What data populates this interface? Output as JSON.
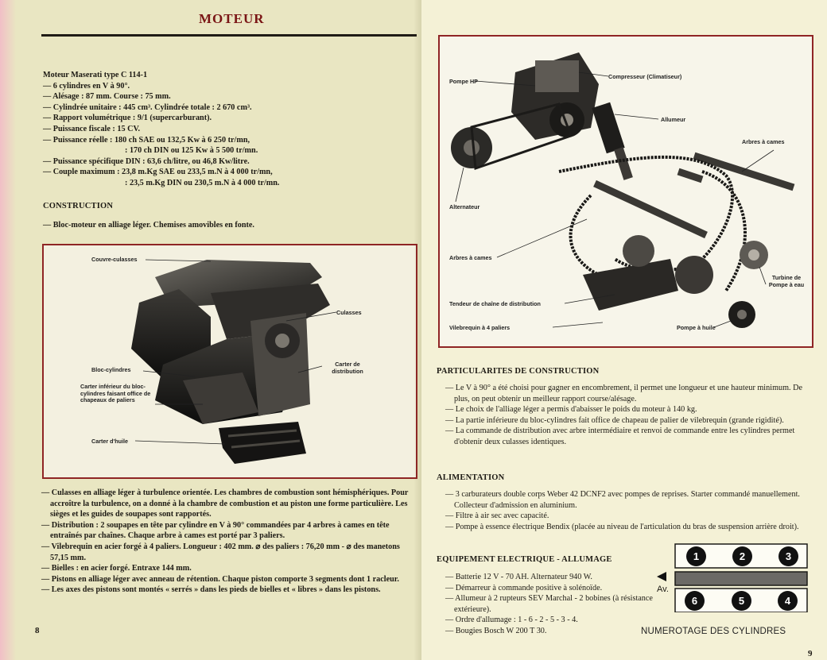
{
  "left_page": {
    "title": "MOTEUR",
    "specs": [
      "Moteur Maserati type C 114-1",
      "— 6 cylindres en V à 90°.",
      "— Alésage : 87 mm. Course : 75 mm.",
      "— Cylindrée unitaire : 445 cm³. Cylindrée totale : 2 670 cm³.",
      "— Rapport volumétrique : 9/1 (supercarburant).",
      "— Puissance fiscale : 15 CV.",
      "— Puissance réelle : 180 ch SAE ou 132,5 Kw à 6 250 tr/mn,",
      ": 170 ch DIN ou 125 Kw à 5 500 tr/mn.",
      "— Puissance spécifique DIN : 63,6 ch/litre, ou 46,8 Kw/litre.",
      "— Couple maximum : 23,8 m.Kg SAE ou 233,5 m.N à 4 000 tr/mn,",
      ": 23,5 m.Kg DIN ou 230,5 m.N à 4 000 tr/mn."
    ],
    "construction_heading": "CONSTRUCTION",
    "construction_text": "— Bloc-moteur en alliage léger. Chemises amovibles en fonte.",
    "figure_labels": {
      "couvre_culasses": "Couvre-culasses",
      "culasses": "Culasses",
      "bloc_cylindres": "Bloc-cylindres",
      "carter_distribution": "Carter de distribution",
      "carter_inferieur": "Carter inférieur du bloc-cylindres faisant office de chapeaux de paliers",
      "carter_huile": "Carter d'huile"
    },
    "details": [
      "— Culasses en alliage léger à turbulence orientée. Les chambres de combustion sont hémisphériques. Pour accroître la turbulence, on a donné à la chambre de combustion et au piston une forme particulière. Les sièges et les guides de soupapes sont rapportés.",
      "— Distribution : 2 soupapes en tête par cylindre en V à 90° commandées par 4 arbres à cames en tête entraînés par chaînes. Chaque arbre à cames est porté par 3 paliers.",
      "— Vilebrequin en acier forgé à 4 paliers. Longueur : 402 mm. ⌀ des paliers : 76,20 mm - ⌀ des manetons 57,15 mm.",
      "— Bielles : en acier forgé. Entraxe 144 mm.",
      "— Pistons en alliage léger avec anneau de rétention. Chaque piston comporte 3 segments dont 1 racleur.",
      "— Les axes des pistons sont montés « serrés » dans les pieds de bielles et « libres » dans les pistons."
    ],
    "page_number": "8"
  },
  "right_page": {
    "figure_labels": {
      "pompe_hp": "Pompe HP",
      "compresseur": "Compresseur (Climatiseur)",
      "allumeur": "Allumeur",
      "arbres_cames_1": "Arbres à cames",
      "alternateur": "Alternateur",
      "arbres_cames_2": "Arbres à cames",
      "turbine": "Turbine de Pompe à eau",
      "tendeur": "Tendeur de chaîne de distribution",
      "vilebrequin": "Vilebrequin à 4 paliers",
      "pompe_huile": "Pompe à huile"
    },
    "particularites_heading": "PARTICULARITES DE CONSTRUCTION",
    "particularites": [
      "— Le V à 90° a été choisi pour gagner en encombrement, il permet une longueur et une hauteur minimum. De plus, on peut obtenir un meilleur rapport course/alésage.",
      "— Le choix de l'alliage léger a permis d'abaisser le poids du moteur à 140 kg.",
      "— La partie inférieure du bloc-cylindres fait office de chapeau de palier de vilebrequin (grande rigidité).",
      "— La commande de distribution avec arbre intermédiaire et renvoi de commande entre les cylindres permet d'obtenir deux culasses identiques."
    ],
    "alimentation_heading": "ALIMENTATION",
    "alimentation": [
      "— 3 carburateurs double corps Weber 42 DCNF2 avec pompes de reprises. Starter commandé manuellement. Collecteur d'admission en aluminium.",
      "— Filtre à air sec avec capacité.",
      "— Pompe à essence électrique Bendix (placée au niveau de l'articulation du bras de suspension arrière droit)."
    ],
    "equipement_heading": "EQUIPEMENT ELECTRIQUE - ALLUMAGE",
    "equipement": [
      "— Batterie 12 V - 70 AH. Alternateur 940 W.",
      "— Démarreur à commande positive à solénoïde.",
      "— Allumeur à 2 rupteurs SEV Marchal - 2 bobines (à résistance extérieure).",
      "— Ordre d'allumage : 1 - 6 - 2 - 5 - 3 - 4.",
      "— Bougies Bosch W 200 T 30."
    ],
    "cylinders": {
      "top_row": [
        "1",
        "2",
        "3"
      ],
      "bottom_row": [
        "6",
        "5",
        "4"
      ],
      "front_label": "Av.",
      "caption": "NUMEROTAGE DES CYLINDRES"
    },
    "page_number": "9"
  }
}
